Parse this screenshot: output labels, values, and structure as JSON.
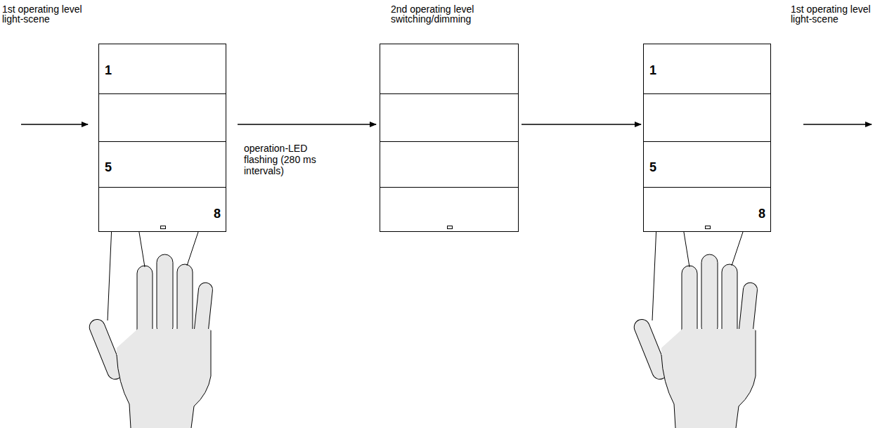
{
  "diagram": {
    "nodes": [
      {
        "text": [
          "1st operating level light-scene",
          "1",
          "5",
          "8"
        ]
      },
      {
        "text": [
          "2nd operating level switching/dimming"
        ]
      },
      {
        "text": [
          "1st operating level light-scene",
          "1",
          "5",
          "8"
        ]
      }
    ],
    "edges": [
      {
        "from": 0,
        "to": 1,
        "arrow": "to",
        "label": "operation-LED flashing (280 ms intervals)"
      },
      {
        "from": 1,
        "to": 2,
        "arrow": "to"
      }
    ]
  }
}
